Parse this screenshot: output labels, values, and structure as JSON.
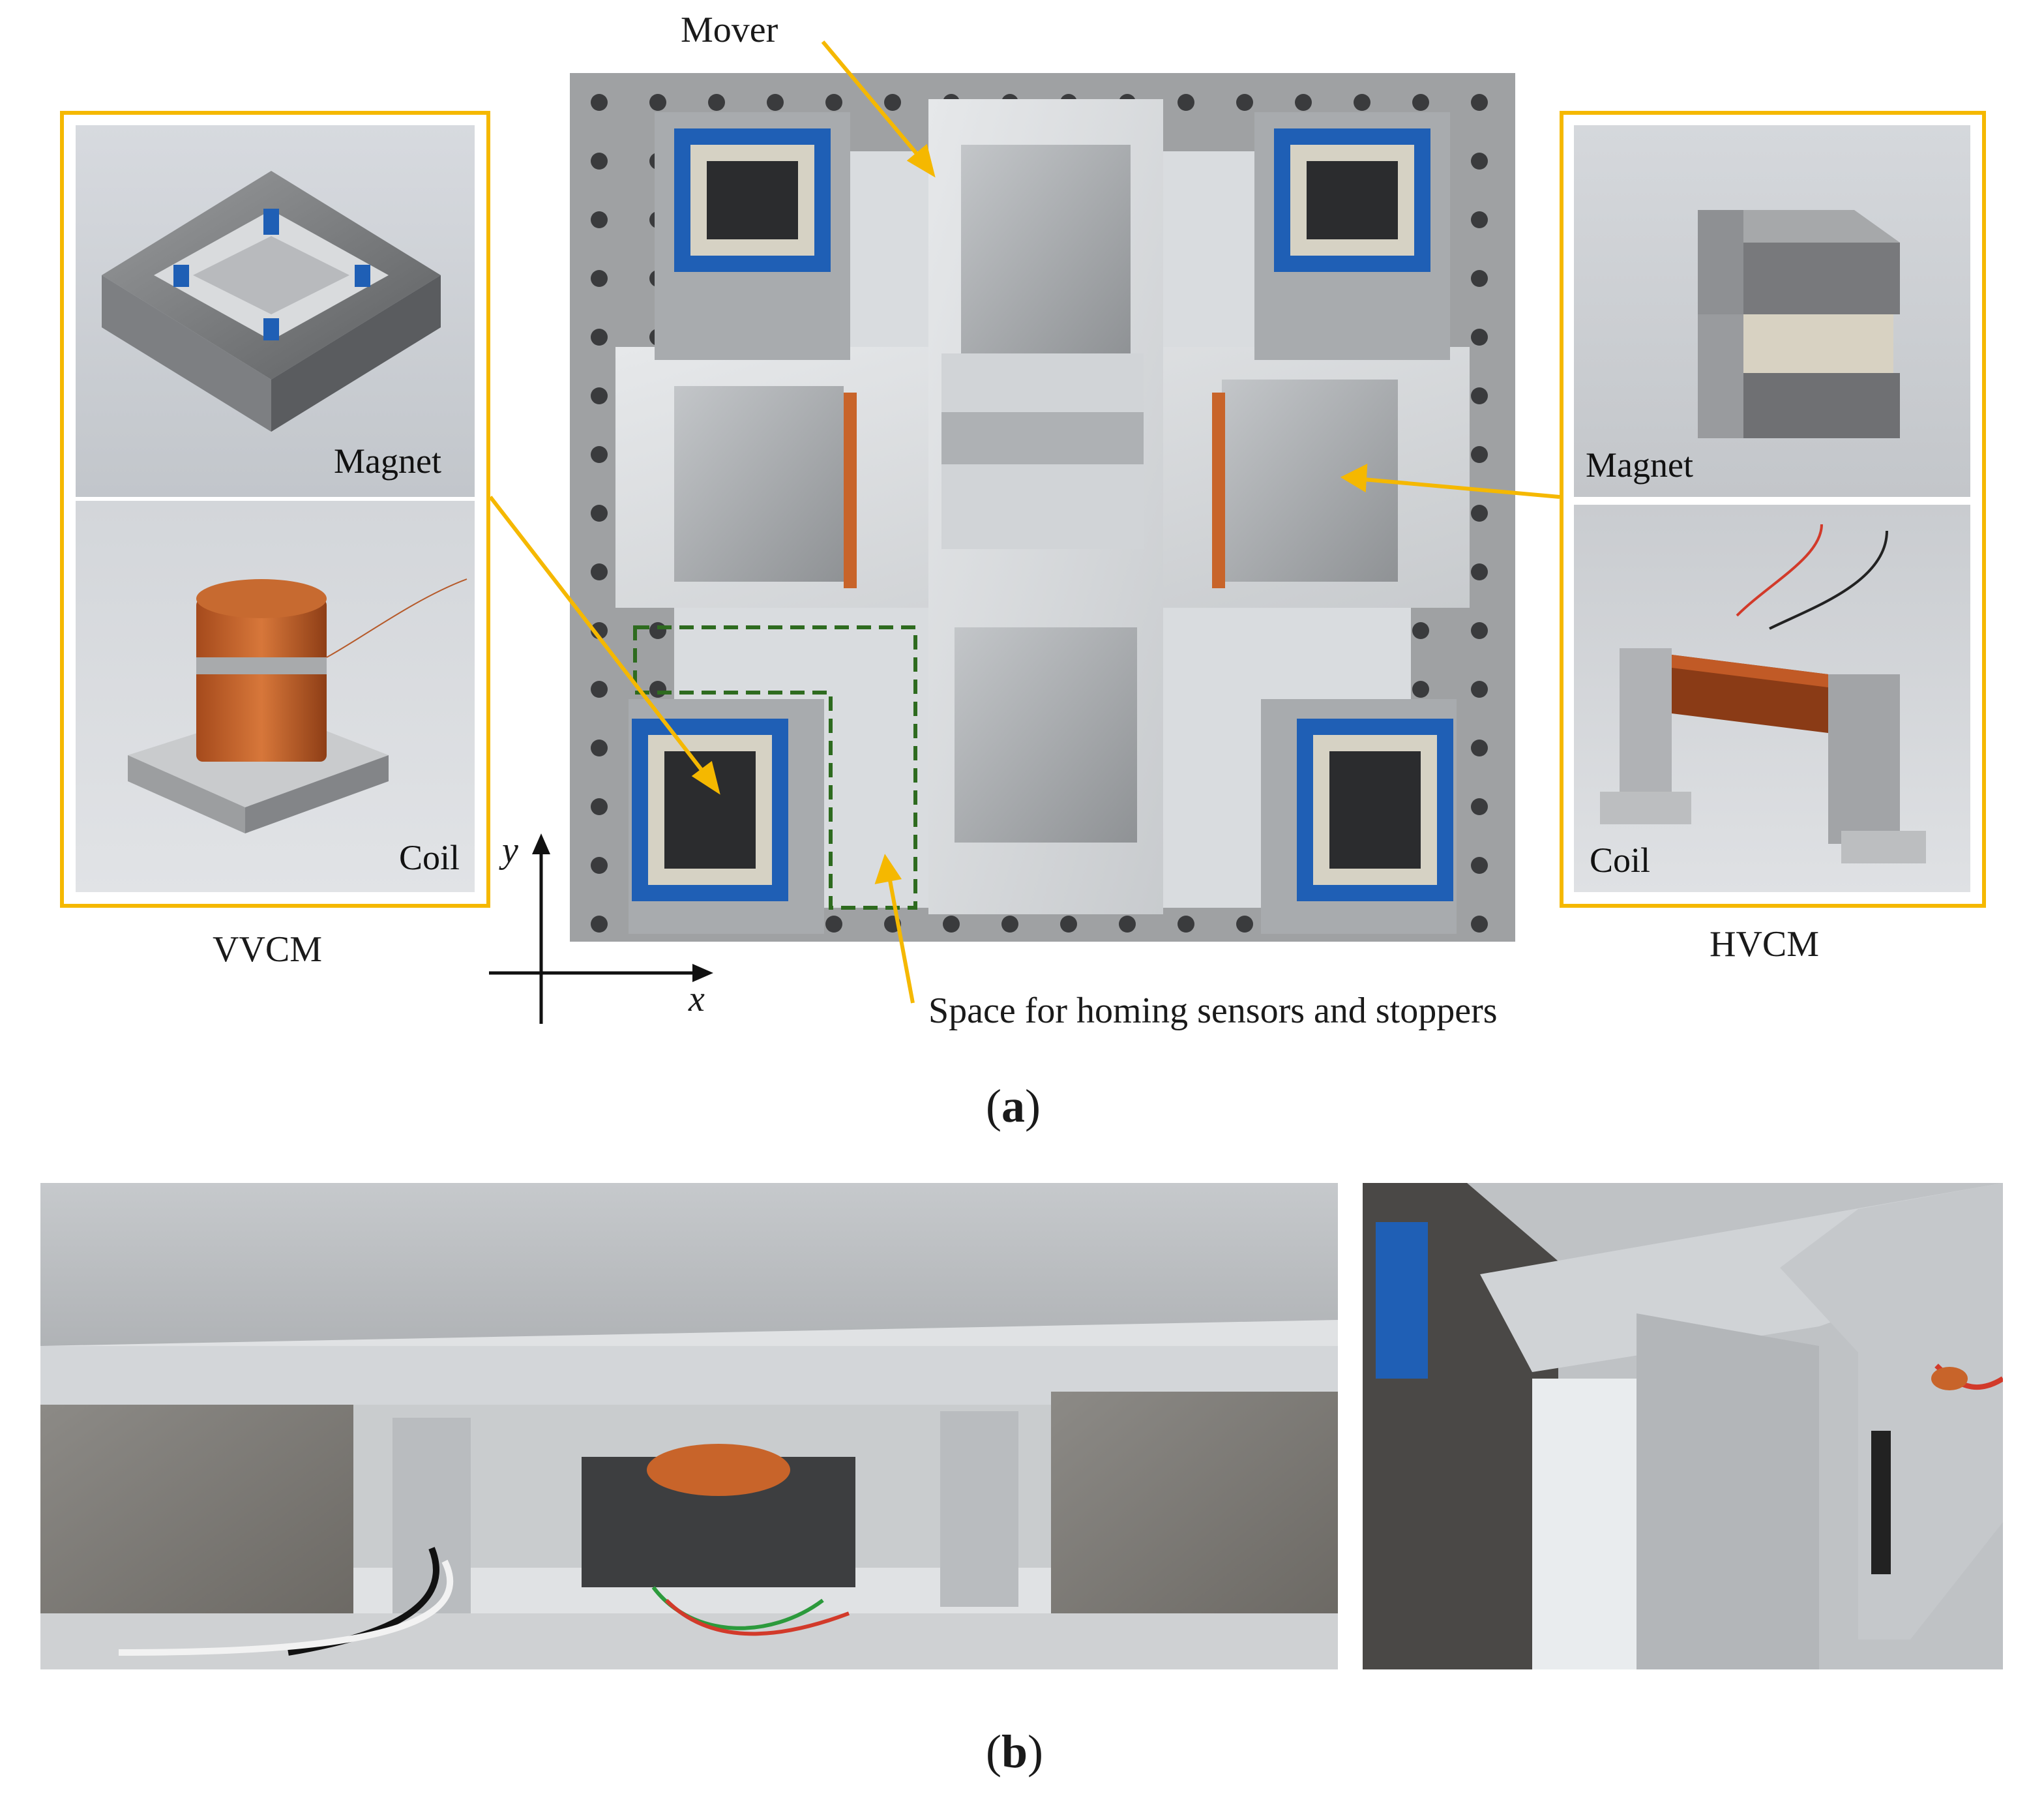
{
  "panel_a": {
    "caption_prefix": "(",
    "caption_letter": "a",
    "caption_suffix": ")",
    "labels": {
      "mover": "Mover",
      "vvcm": "VVCM",
      "hvcm": "HVCM",
      "space": "Space for homing sensors and stoppers",
      "axis_x": "x",
      "axis_y": "y"
    },
    "vvcm_insets": {
      "top": "Magnet",
      "bottom": "Coil"
    },
    "hvcm_insets": {
      "top": "Magnet",
      "bottom": "Coil"
    },
    "colors": {
      "callout": "#f5b800",
      "dashed_box": "#2e6b1f",
      "magnet_blue": "#1f5fb5",
      "coil_copper": "#c8642a"
    }
  },
  "panel_b": {
    "caption_prefix": "(",
    "caption_letter": "b",
    "caption_suffix": ")"
  }
}
